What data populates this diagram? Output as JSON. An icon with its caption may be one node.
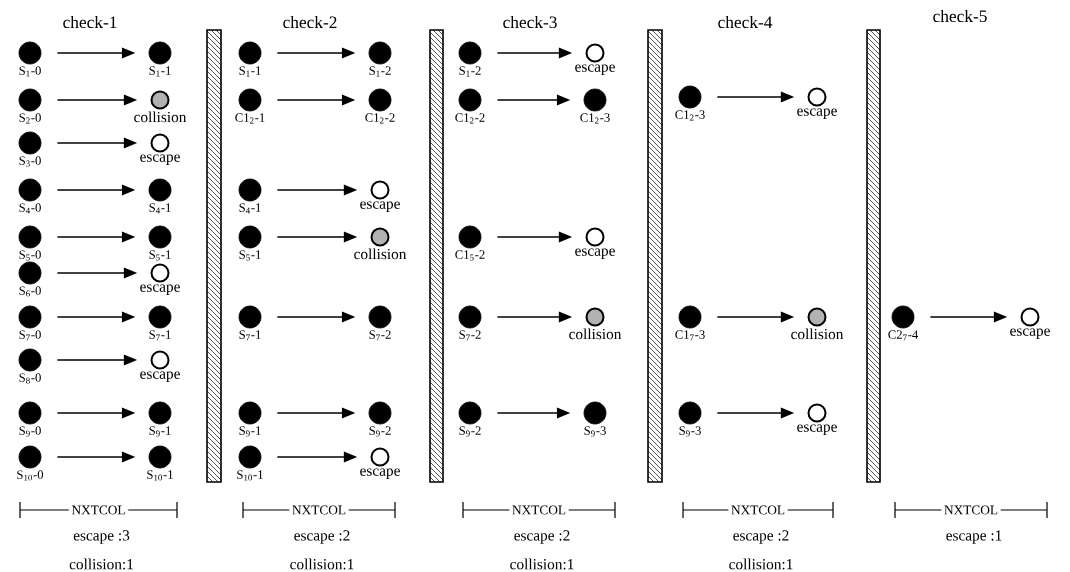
{
  "diagram": {
    "nodes": [
      {
        "text": [
          "S$_{1}$-0"
        ]
      },
      {
        "text": [
          "S$_{1}$-1"
        ]
      },
      {
        "text": [
          "S$_{2}$-0"
        ]
      },
      {
        "text": [
          "collision"
        ]
      },
      {
        "text": [
          "S$_{3}$-0"
        ]
      },
      {
        "text": [
          "escape"
        ]
      },
      {
        "text": [
          "S$_{4}$-0"
        ]
      },
      {
        "text": [
          "S$_{4}$-1"
        ]
      },
      {
        "text": [
          "S$_{5}$-0"
        ]
      },
      {
        "text": [
          "S$_{5}$-1"
        ]
      },
      {
        "text": [
          "S$_{6}$-0"
        ]
      },
      {
        "text": [
          "escape"
        ]
      },
      {
        "text": [
          "S$_{7}$-0"
        ]
      },
      {
        "text": [
          "S$_{7}$-1"
        ]
      },
      {
        "text": [
          "S$_{8}$-0"
        ]
      },
      {
        "text": [
          "escape"
        ]
      },
      {
        "text": [
          "S$_{9}$-0"
        ]
      },
      {
        "text": [
          "S$_{9}$-1"
        ]
      },
      {
        "text": [
          "S$_{10}$-0"
        ]
      },
      {
        "text": [
          "S$_{10}$-1"
        ]
      },
      {
        "text": [
          "S$_{1}$-1"
        ]
      },
      {
        "text": [
          "S$_{1}$-2"
        ]
      },
      {
        "text": [
          "C1$_{2}$-1"
        ]
      },
      {
        "text": [
          "C1$_{2}$-2"
        ]
      },
      {
        "text": [
          "S$_{4}$-1"
        ]
      },
      {
        "text": [
          "escape"
        ]
      },
      {
        "text": [
          "S$_{5}$-1"
        ]
      },
      {
        "text": [
          "collision"
        ]
      },
      {
        "text": [
          "S$_{7}$-1"
        ]
      },
      {
        "text": [
          "S$_{7}$-2"
        ]
      },
      {
        "text": [
          "S$_{9}$-1"
        ]
      },
      {
        "text": [
          "S$_{9}$-2"
        ]
      },
      {
        "text": [
          "S$_{10}$-1"
        ]
      },
      {
        "text": [
          "escape"
        ]
      },
      {
        "text": [
          "S$_{1}$-2"
        ]
      },
      {
        "text": [
          "escape"
        ]
      },
      {
        "text": [
          "C1$_{2}$-2"
        ]
      },
      {
        "text": [
          "C1$_{2}$-3"
        ]
      },
      {
        "text": [
          "C1$_{5}$-2"
        ]
      },
      {
        "text": [
          "escape"
        ]
      },
      {
        "text": [
          "S$_{7}$-2"
        ]
      },
      {
        "text": [
          "collision"
        ]
      },
      {
        "text": [
          "S$_{9}$-2"
        ]
      },
      {
        "text": [
          "S$_{9}$-3"
        ]
      },
      {
        "text": [
          "C1$_{2}$-3"
        ]
      },
      {
        "text": [
          "escape"
        ]
      },
      {
        "text": [
          "C1$_{7}$-3"
        ]
      },
      {
        "text": [
          "collision"
        ]
      },
      {
        "text": [
          "S$_{9}$-3"
        ]
      },
      {
        "text": [
          "escape"
        ]
      },
      {
        "text": [
          "C2$_{7}$-4"
        ]
      },
      {
        "text": [
          "escape"
        ]
      }
    ],
    "edges": [
      {
        "from": 0,
        "to": 1,
        "arrow": "to"
      },
      {
        "from": 2,
        "to": 3,
        "arrow": "to"
      },
      {
        "from": 4,
        "to": 5,
        "arrow": "to"
      },
      {
        "from": 6,
        "to": 7,
        "arrow": "to"
      },
      {
        "from": 8,
        "to": 9,
        "arrow": "to"
      },
      {
        "from": 10,
        "to": 11,
        "arrow": "to"
      },
      {
        "from": 12,
        "to": 13,
        "arrow": "to"
      },
      {
        "from": 14,
        "to": 15,
        "arrow": "to"
      },
      {
        "from": 16,
        "to": 17,
        "arrow": "to"
      },
      {
        "from": 18,
        "to": 19,
        "arrow": "to"
      },
      {
        "from": 20,
        "to": 21,
        "arrow": "to"
      },
      {
        "from": 22,
        "to": 23,
        "arrow": "to"
      },
      {
        "from": 24,
        "to": 25,
        "arrow": "to"
      },
      {
        "from": 26,
        "to": 27,
        "arrow": "to"
      },
      {
        "from": 28,
        "to": 29,
        "arrow": "to"
      },
      {
        "from": 30,
        "to": 31,
        "arrow": "to"
      },
      {
        "from": 32,
        "to": 33,
        "arrow": "to"
      },
      {
        "from": 34,
        "to": 35,
        "arrow": "to"
      },
      {
        "from": 36,
        "to": 37,
        "arrow": "to"
      },
      {
        "from": 38,
        "to": 39,
        "arrow": "to"
      },
      {
        "from": 40,
        "to": 41,
        "arrow": "to"
      },
      {
        "from": 42,
        "to": 43,
        "arrow": "to"
      },
      {
        "from": 44,
        "to": 45,
        "arrow": "to"
      },
      {
        "from": 46,
        "to": 47,
        "arrow": "to"
      },
      {
        "from": 48,
        "to": 49,
        "arrow": "to"
      },
      {
        "from": 50,
        "to": 51,
        "arrow": "to"
      }
    ],
    "labels": [
      "check-1",
      "check-2",
      "check-3",
      "check-4",
      "check-5",
      "NXTCOL",
      "escape :3",
      "collision:1",
      "NXTCOL",
      "escape :2",
      "collision:1",
      "NXTCOL",
      "escape :2",
      "collision:1",
      "NXTCOL",
      "escape :2",
      "collision:1",
      "NXTCOL",
      "escape :1"
    ]
  }
}
